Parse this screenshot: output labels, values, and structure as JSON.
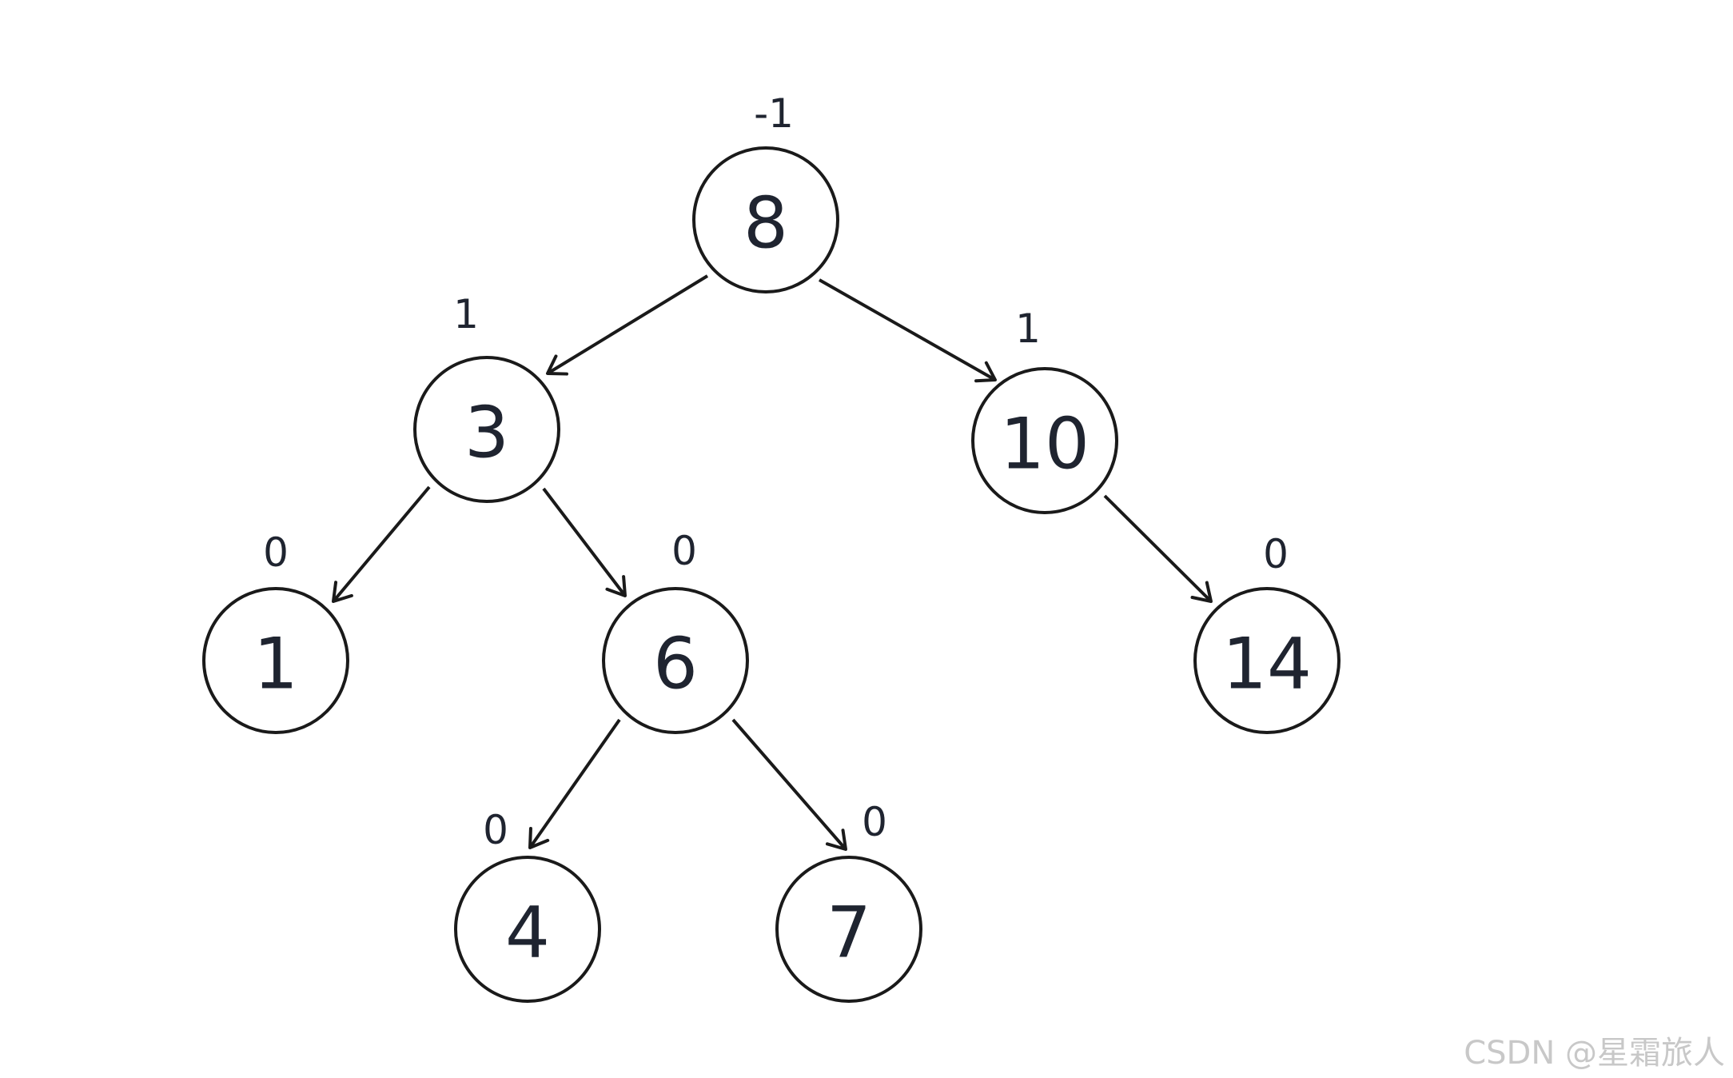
{
  "nodes": [
    {
      "id": "n8",
      "value": "8",
      "balance": "-1"
    },
    {
      "id": "n3",
      "value": "3",
      "balance": "1"
    },
    {
      "id": "n10",
      "value": "10",
      "balance": "1"
    },
    {
      "id": "n1",
      "value": "1",
      "balance": "0"
    },
    {
      "id": "n6",
      "value": "6",
      "balance": "0"
    },
    {
      "id": "n14",
      "value": "14",
      "balance": "0"
    },
    {
      "id": "n4",
      "value": "4",
      "balance": "0"
    },
    {
      "id": "n7",
      "value": "7",
      "balance": "0"
    }
  ],
  "edges": [
    {
      "from": "n8",
      "to": "n3"
    },
    {
      "from": "n8",
      "to": "n10"
    },
    {
      "from": "n3",
      "to": "n1"
    },
    {
      "from": "n3",
      "to": "n6"
    },
    {
      "from": "n10",
      "to": "n14"
    },
    {
      "from": "n6",
      "to": "n4"
    },
    {
      "from": "n6",
      "to": "n7"
    }
  ],
  "watermark": "CSDN @星霜旅人"
}
